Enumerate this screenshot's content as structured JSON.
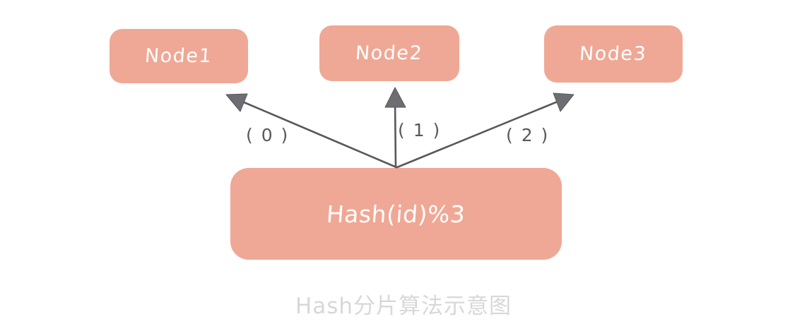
{
  "diagram": {
    "title_caption": "Hash分片算法示意图",
    "colors": {
      "box_fill": "#EFA895",
      "box_text": "#FFFFFF",
      "arrow": "#585858",
      "arrowhead": "#6E6E72",
      "caption": "#D8D8D8",
      "background": "#FFFFFF"
    },
    "source_node": {
      "label": "Hash(id)%3"
    },
    "target_nodes": [
      {
        "label": "Node1",
        "edge_label": "( 0 )"
      },
      {
        "label": "Node2",
        "edge_label": "( 1 )"
      },
      {
        "label": "Node3",
        "edge_label": "( 2 )"
      }
    ]
  }
}
